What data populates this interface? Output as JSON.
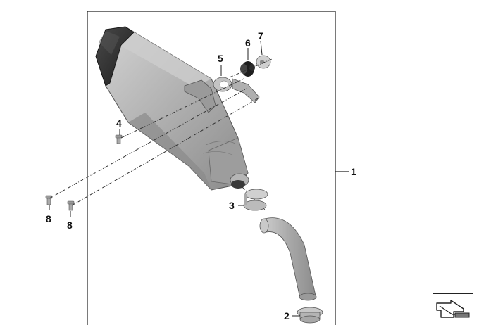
{
  "diagram": {
    "callouts": {
      "c1": "1",
      "c2": "2",
      "c3": "3",
      "c4": "4",
      "c5": "5",
      "c6": "6",
      "c7": "7",
      "c8a": "8",
      "c8b": "8"
    },
    "parts": [
      "muffler",
      "end-cap",
      "mounting-bracket",
      "connecting-pipe",
      "pipe-clamp",
      "clamp",
      "washer",
      "rubber-grommet",
      "spacer-washer",
      "screw"
    ],
    "colors": {
      "frame": "#222222",
      "muffler_body": "#b8b8b8",
      "muffler_shade": "#8f8f8f",
      "end_cap": "#2e2e2e",
      "dashed_line": "#333333"
    }
  },
  "navigation": {
    "icon": "next-page-arrow-icon"
  }
}
